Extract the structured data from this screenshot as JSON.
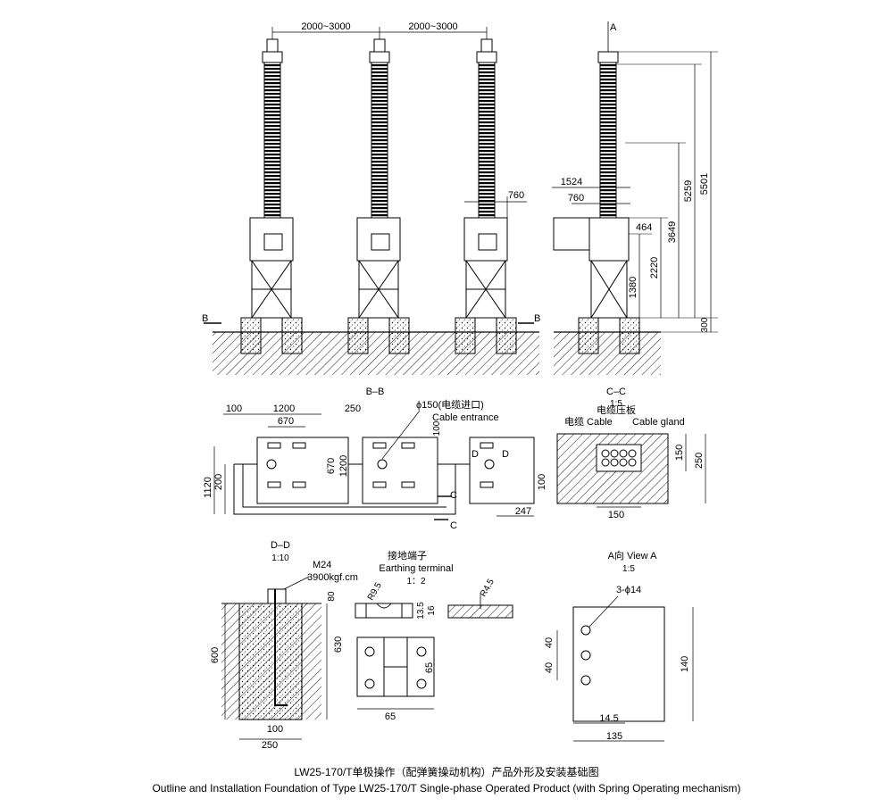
{
  "front_view": {
    "spacing_1": "2000~3000",
    "spacing_2": "2000~3000",
    "width_760": "760",
    "section_left": "B",
    "section_right": "B"
  },
  "side_view": {
    "view_arrow": "A",
    "dim_1524": "1524",
    "dim_760": "760",
    "dim_464": "464",
    "dim_1380": "1380",
    "dim_2220": "2220",
    "dim_3649": "3649",
    "dim_5259": "5259",
    "dim_5501": "5501",
    "dim_300": "300"
  },
  "plan_bb": {
    "title": "B–B",
    "dim_100": "100",
    "dim_1200": "1200",
    "dim_670": "670",
    "dim_250": "250",
    "cable_entry_cn": "ϕ150(电缆进口)",
    "cable_entry_en": "Cable entrance",
    "dim_100b": "100",
    "dim_200": "200",
    "dim_1120": "1120",
    "dim_670v": "670",
    "dim_1200v": "1200",
    "dim_100c": "100",
    "dim_247": "247",
    "label_d1": "D",
    "label_d2": "D",
    "label_c1": "C",
    "label_c2": "C"
  },
  "section_cc": {
    "title": "C–C",
    "scale": "1:5",
    "gland_cn": "电缆压板",
    "gland_en": "Cable gland",
    "cable_label": "电缆 Cable",
    "dim_150v": "150",
    "dim_250": "250",
    "dim_150h": "150"
  },
  "section_dd": {
    "title": "D–D",
    "scale": "1:10",
    "bolt": "M24",
    "force": "3900kgf.cm",
    "dim_80": "80",
    "dim_600": "600",
    "dim_630": "630",
    "dim_100": "100",
    "dim_250": "250"
  },
  "earthing": {
    "title_cn": "接地端子",
    "title_en": "Earthing terminal",
    "scale": "1：2",
    "r95": "R9.5",
    "r45": "R4.5",
    "dim_135": "13.5",
    "dim_16": "16",
    "dim_65v": "65",
    "dim_65h": "65"
  },
  "view_a": {
    "title": "A向 View A",
    "scale": "1:5",
    "holes": "3-ϕ14",
    "dim_40a": "40",
    "dim_40b": "40",
    "dim_140": "140",
    "dim_145": "14.5",
    "dim_135": "135"
  },
  "caption": {
    "cn": "LW25-170/T单极操作（配弹簧操动机构）产品外形及安装基础图",
    "en": "Outline and Installation Foundation of Type LW25-170/T Single-phase Operated Product (with Spring Operating mechanism)"
  }
}
